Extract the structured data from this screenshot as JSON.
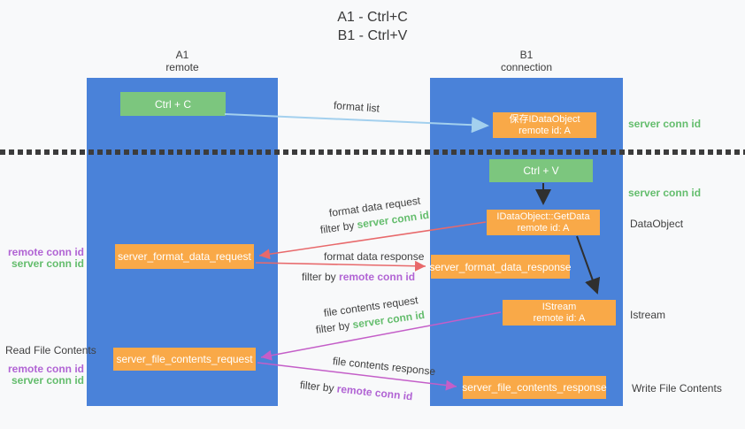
{
  "title": {
    "line1": "A1 - Ctrl+C",
    "line2": "B1 - Ctrl+V"
  },
  "columns": {
    "left": {
      "title": "A1",
      "subtitle": "remote"
    },
    "right": {
      "title": "B1",
      "subtitle": "connection"
    }
  },
  "boxes": {
    "ctrl_c": "Ctrl + C",
    "ctrl_v": "Ctrl + V",
    "save_dataobject": {
      "line1": "保存IDataObject",
      "line2": "remote id: A"
    },
    "getdata": {
      "line1": "IDataObject::GetData",
      "line2": "remote id: A"
    },
    "istream": {
      "line1": "IStream",
      "line2": "remote id: A"
    },
    "server_format_data_request": "server_format_data_request",
    "server_format_data_response": "server_format_data_response",
    "server_file_contents_request": "server_file_contents_request",
    "server_file_contents_response": "server_file_contents_response"
  },
  "flow_labels": {
    "format_list": "format list",
    "format_data_request": "format data request",
    "format_data_response": "format data response",
    "file_contents_request": "file contents request",
    "file_contents_response": "file contents response",
    "filter_by": "filter by",
    "server_conn_id": "server conn id",
    "remote_conn_id": "remote conn id"
  },
  "annotations": {
    "server_conn_id_top": "server conn id",
    "server_conn_id_mid": "server conn id",
    "remote_conn_id_left_top": "remote conn id",
    "server_conn_id_left_top": "server conn id",
    "remote_conn_id_left_bottom": "remote conn id",
    "server_conn_id_left_bottom": "server conn id",
    "dataobject": "DataObject",
    "istream": "Istream",
    "read_file_contents": "Read File Contents",
    "write_file_contents": "Write File Contents"
  },
  "colors": {
    "column_blue": "#4a82d9",
    "box_green": "#7cc67e",
    "box_orange": "#f9a948",
    "arrow_light_blue": "#a3d0ee",
    "arrow_red": "#e8696b",
    "arrow_magenta": "#c45ec8",
    "arrow_black": "#2f2f2f",
    "text_green": "#64bd6d",
    "text_purple": "#b164d4"
  }
}
